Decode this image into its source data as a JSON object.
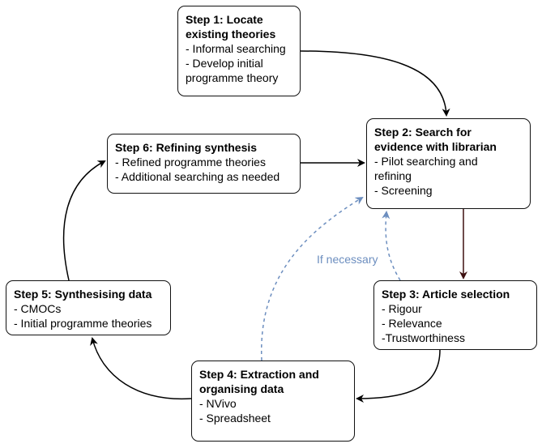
{
  "diagram": {
    "steps": [
      {
        "id": "step1",
        "title_lines": [
          "Step 1: Locate",
          "existing theories"
        ],
        "items": [
          "- Informal searching",
          "- Develop initial",
          "programme theory"
        ]
      },
      {
        "id": "step2",
        "title_lines": [
          "Step 2: Search for",
          "evidence with librarian"
        ],
        "items": [
          "- Pilot searching and",
          "refining",
          "- Screening"
        ]
      },
      {
        "id": "step3",
        "title_lines": [
          "Step 3: Article selection"
        ],
        "items": [
          "- Rigour",
          "- Relevance",
          "-Trustworthiness"
        ]
      },
      {
        "id": "step4",
        "title_lines": [
          "Step 4: Extraction and",
          "organising data"
        ],
        "items": [
          "- NVivo",
          "- Spreadsheet"
        ]
      },
      {
        "id": "step5",
        "title_lines": [
          "Step 5: Synthesising data"
        ],
        "items": [
          "- CMOCs",
          "- Initial programme theories"
        ]
      },
      {
        "id": "step6",
        "title_lines": [
          "Step 6: Refining synthesis"
        ],
        "items": [
          "- Refined programme theories",
          "- Additional searching as needed"
        ]
      }
    ],
    "feedback_label": "If necessary",
    "colors": {
      "box_border": "#111111",
      "arrow": "#000000",
      "arrow_step2_to_3": "#3d0f0f",
      "feedback_dashed": "#6c8ebf"
    }
  }
}
